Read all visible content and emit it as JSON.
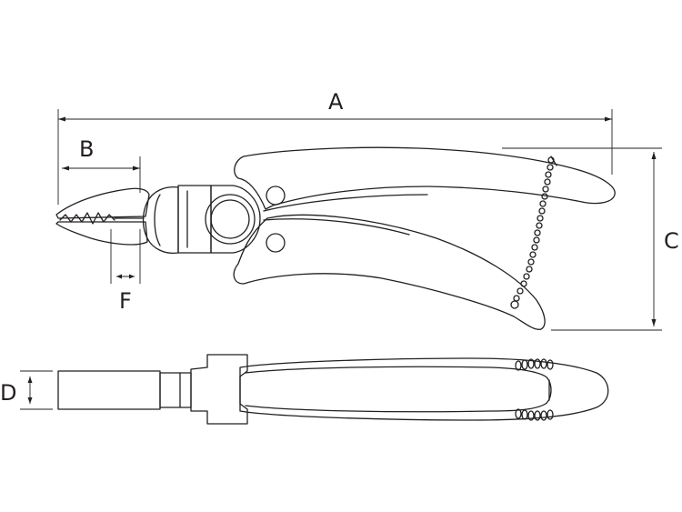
{
  "labels": {
    "a": "A",
    "b": "B",
    "c": "C",
    "d": "D",
    "f": "F"
  }
}
